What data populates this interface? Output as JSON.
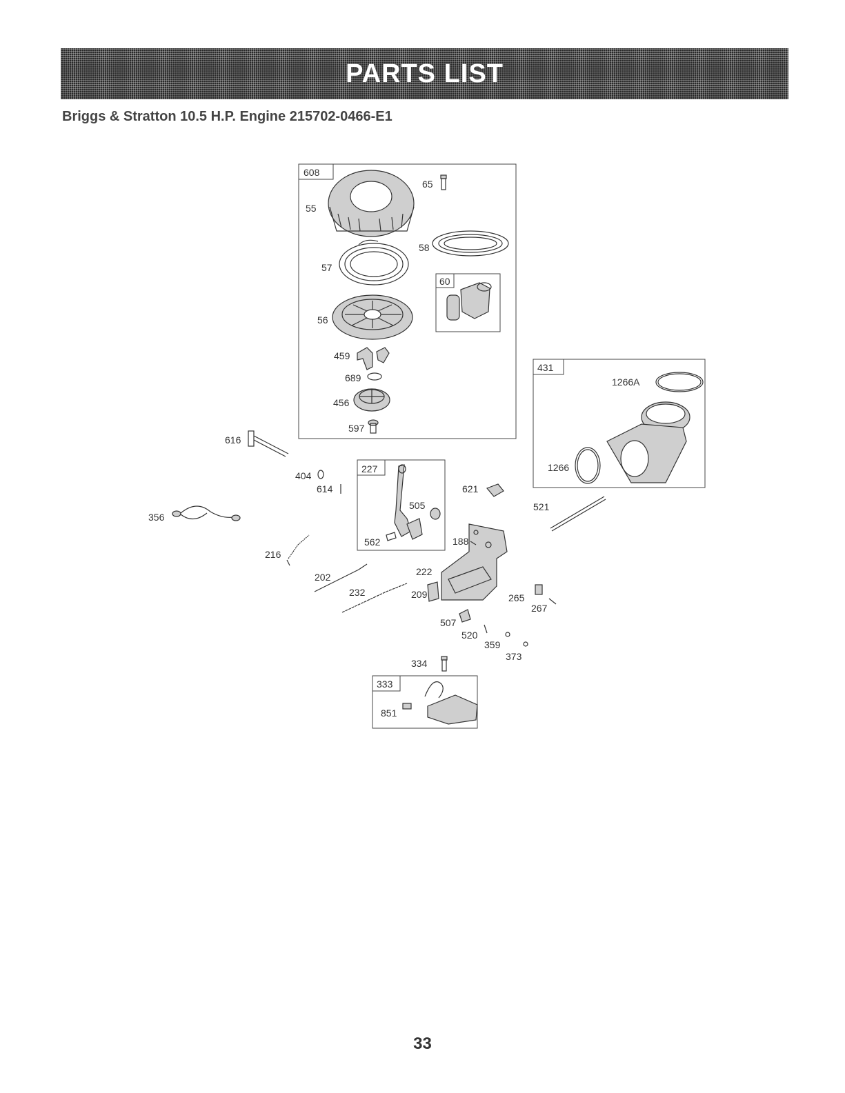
{
  "header": {
    "title": "PARTS LIST",
    "subtitle": "Briggs & Stratton 10.5 H.P. Engine 215702-0466-E1"
  },
  "page_number": "33",
  "boxes": {
    "b608": "608",
    "b60": "60",
    "b431": "431",
    "b227": "227",
    "b333": "333"
  },
  "labels": {
    "p65": "65",
    "p55": "55",
    "p58": "58",
    "p57": "57",
    "p56": "56",
    "p459": "459",
    "p689": "689",
    "p456": "456",
    "p597": "597",
    "p1266A": "1266A",
    "p1266": "1266",
    "p616": "616",
    "p404": "404",
    "p614": "614",
    "p505": "505",
    "p562": "562",
    "p621": "621",
    "p521": "521",
    "p356": "356",
    "p216": "216",
    "p188": "188",
    "p202": "202",
    "p222": "222",
    "p232": "232",
    "p209": "209",
    "p265": "265",
    "p267": "267",
    "p507": "507",
    "p520": "520",
    "p359": "359",
    "p373": "373",
    "p334": "334",
    "p851": "851"
  }
}
